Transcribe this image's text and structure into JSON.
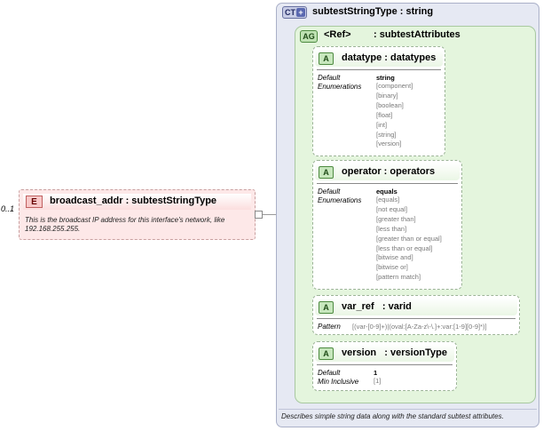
{
  "element": {
    "occurs": "0..1",
    "badge": "E",
    "title": "broadcast_addr : subtestStringType",
    "doc": "This is the broadcast IP address for this interface's network, like 192.168.255.255."
  },
  "complex_type": {
    "badge": "CT",
    "title": "subtestStringType : string",
    "doc": "Describes simple string data along with the standard subtest attributes."
  },
  "attribute_group": {
    "badge": "AG",
    "ref": "<Ref>",
    "title": ": subtestAttributes"
  },
  "attributes": [
    {
      "badge": "A",
      "title": "datatype : datatypes",
      "default_label": "Default",
      "default": "string",
      "enum_label": "Enumerations",
      "enumerations": [
        "[component]",
        "[binary]",
        "[boolean]",
        "[float]",
        "[int]",
        "[string]",
        "[version]"
      ]
    },
    {
      "badge": "A",
      "title": "operator : operators",
      "default_label": "Default",
      "default": "equals",
      "enum_label": "Enumerations",
      "enumerations": [
        "[equals]",
        "[not equal]",
        "[greater than]",
        "[less than]",
        "[greater than or equal]",
        "[less than or equal]",
        "[bitwise and]",
        "[bitwise or]",
        "[pattern match]"
      ]
    },
    {
      "badge": "A",
      "title": "var_ref   : varid",
      "pattern_label": "Pattern",
      "pattern": "[(var-[0-9]+)|(oval:[A-Za-z\\-\\.]+:var:[1-9][0-9]*)]"
    },
    {
      "badge": "A",
      "title": "version   : versionType",
      "default_label": "Default",
      "default": "1",
      "min_label": "Min Inclusive",
      "min_inclusive": "[1]"
    }
  ]
}
